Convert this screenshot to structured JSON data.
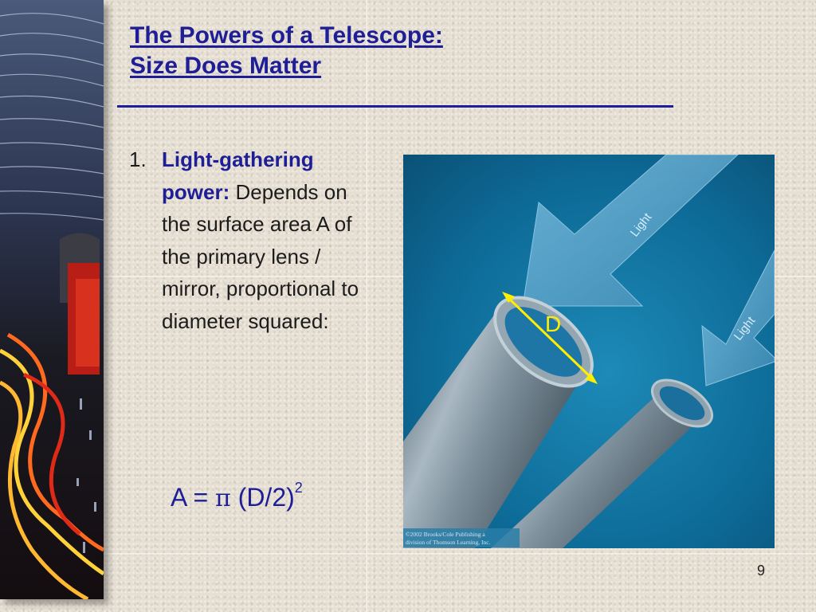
{
  "slide": {
    "title_line1": "The Powers of a Telescope:",
    "title_line2": "Size Does Matter",
    "point_number": "1.",
    "point_bold": "Light-gathering power:",
    "point_text": "Depends on the surface area A of the primary lens / mirror, proportional to diameter squared:",
    "formula": {
      "lhs": "A = ",
      "pi": "π",
      "rhs": " (D/2)",
      "exponent": "2"
    },
    "page_number": "9"
  },
  "figure": {
    "arrow_label_1": "Light",
    "arrow_label_2": "Light",
    "diameter_label": "D",
    "copyright_line1": "©2002 Brooks/Cole Publishing a",
    "copyright_line2": "division of Thomson Learning, Inc.",
    "background_color": "#0b5c86",
    "arrow_color": "#5aa3cc",
    "tube_color": "#7a8f9c",
    "diameter_line_color": "#ffee00"
  },
  "colors": {
    "title": "#1e1e96",
    "background": "#e6dfd3"
  }
}
